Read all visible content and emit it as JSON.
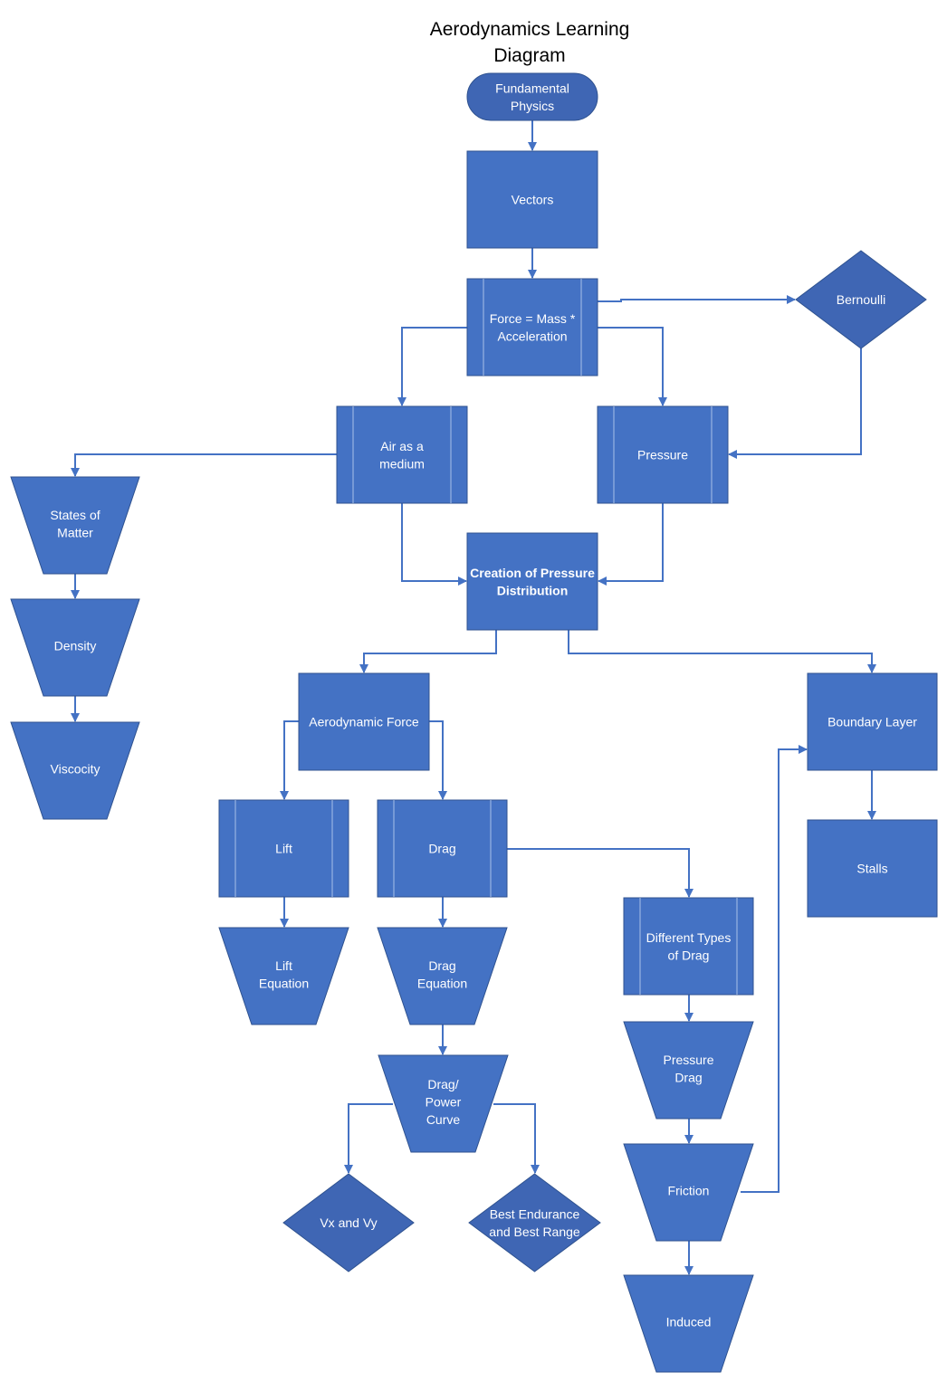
{
  "title_lines": [
    "Aerodynamics Learning",
    "Diagram"
  ],
  "colors": {
    "fill": "#4472C4",
    "fill_dark": "#3F66B4",
    "stroke": "#2F528F",
    "connector": "#4472C4",
    "text": "#FFFFFF"
  },
  "nodes": {
    "fundamental_physics": [
      "Fundamental",
      "Physics"
    ],
    "vectors": [
      "Vectors"
    ],
    "force": [
      "Force = Mass *",
      "Acceleration"
    ],
    "bernoulli": [
      "Bernoulli"
    ],
    "air_medium": [
      "Air as a",
      "medium"
    ],
    "pressure": [
      "Pressure"
    ],
    "states_of_matter": [
      "States of",
      "Matter"
    ],
    "density": [
      "Density"
    ],
    "viscosity": [
      "Viscocity"
    ],
    "creation_pressure": [
      "Creation of Pressure",
      "Distribution"
    ],
    "aero_force": [
      "Aerodynamic Force"
    ],
    "boundary_layer": [
      "Boundary Layer"
    ],
    "lift": [
      "Lift"
    ],
    "drag": [
      "Drag"
    ],
    "stalls": [
      "Stalls"
    ],
    "lift_equation": [
      "Lift",
      "Equation"
    ],
    "drag_equation": [
      "Drag",
      "Equation"
    ],
    "diff_drag": [
      "Different Types",
      "of Drag"
    ],
    "drag_power": [
      "Drag/",
      "Power",
      "Curve"
    ],
    "pressure_drag": [
      "Pressure",
      "Drag"
    ],
    "vx_vy": [
      "Vx and Vy"
    ],
    "best_endurance": [
      "Best Endurance",
      "and Best Range"
    ],
    "friction": [
      "Friction"
    ],
    "induced": [
      "Induced"
    ]
  }
}
